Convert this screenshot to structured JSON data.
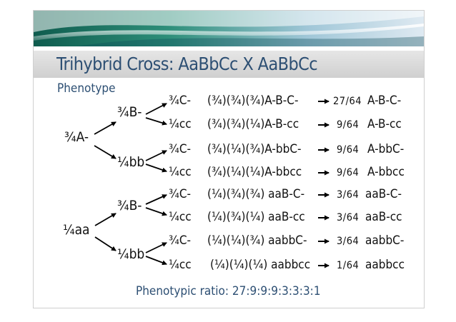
{
  "title": "Trihybrid Cross: AaBbCc X AaBbCc",
  "phenotype_label": "Phenotype",
  "level1": [
    {
      "label": "¾A-"
    },
    {
      "label": "¼aa"
    }
  ],
  "level2": [
    {
      "label": "¾B-"
    },
    {
      "label": "¼bb"
    },
    {
      "label": "¾B-"
    },
    {
      "label": "¼bb"
    }
  ],
  "rows": [
    {
      "c": "¾C-",
      "prob": "(¾)(¾)(¾)A-B-C-",
      "ratio": "27/64",
      "pheno": "A-B-C-"
    },
    {
      "c": "¼cc",
      "prob": "(¾)(¾)(¼)A-B-cc",
      "ratio": "9/64",
      "pheno": "A-B-cc"
    },
    {
      "c": "¾C-",
      "prob": "(¾)(¼)(¾)A-bbC-",
      "ratio": "9/64",
      "pheno": "A-bbC-"
    },
    {
      "c": "¼cc",
      "prob": "(¾)(¼)(¼)A-bbcc",
      "ratio": "9/64",
      "pheno": "A-bbcc"
    },
    {
      "c": "¾C-",
      "prob": "(¼)(¾)(¾) aaB-C-",
      "ratio": "3/64",
      "pheno": "aaB-C-"
    },
    {
      "c": "¼cc",
      "prob": "(¼)(¾)(¼) aaB-cc",
      "ratio": "3/64",
      "pheno": "aaB-cc"
    },
    {
      "c": "¾C-",
      "prob": "(¼)(¼)(¾) aabbC-",
      "ratio": "3/64",
      "pheno": "aabbC-"
    },
    {
      "c": "¼cc",
      "prob": "(¼)(¼)(¼) aabbcc",
      "ratio": "1/64",
      "pheno": "aabbcc"
    }
  ],
  "phenotypic_ratio": "Phenotypic ratio: 27:9:9:9:3:3:3:1"
}
